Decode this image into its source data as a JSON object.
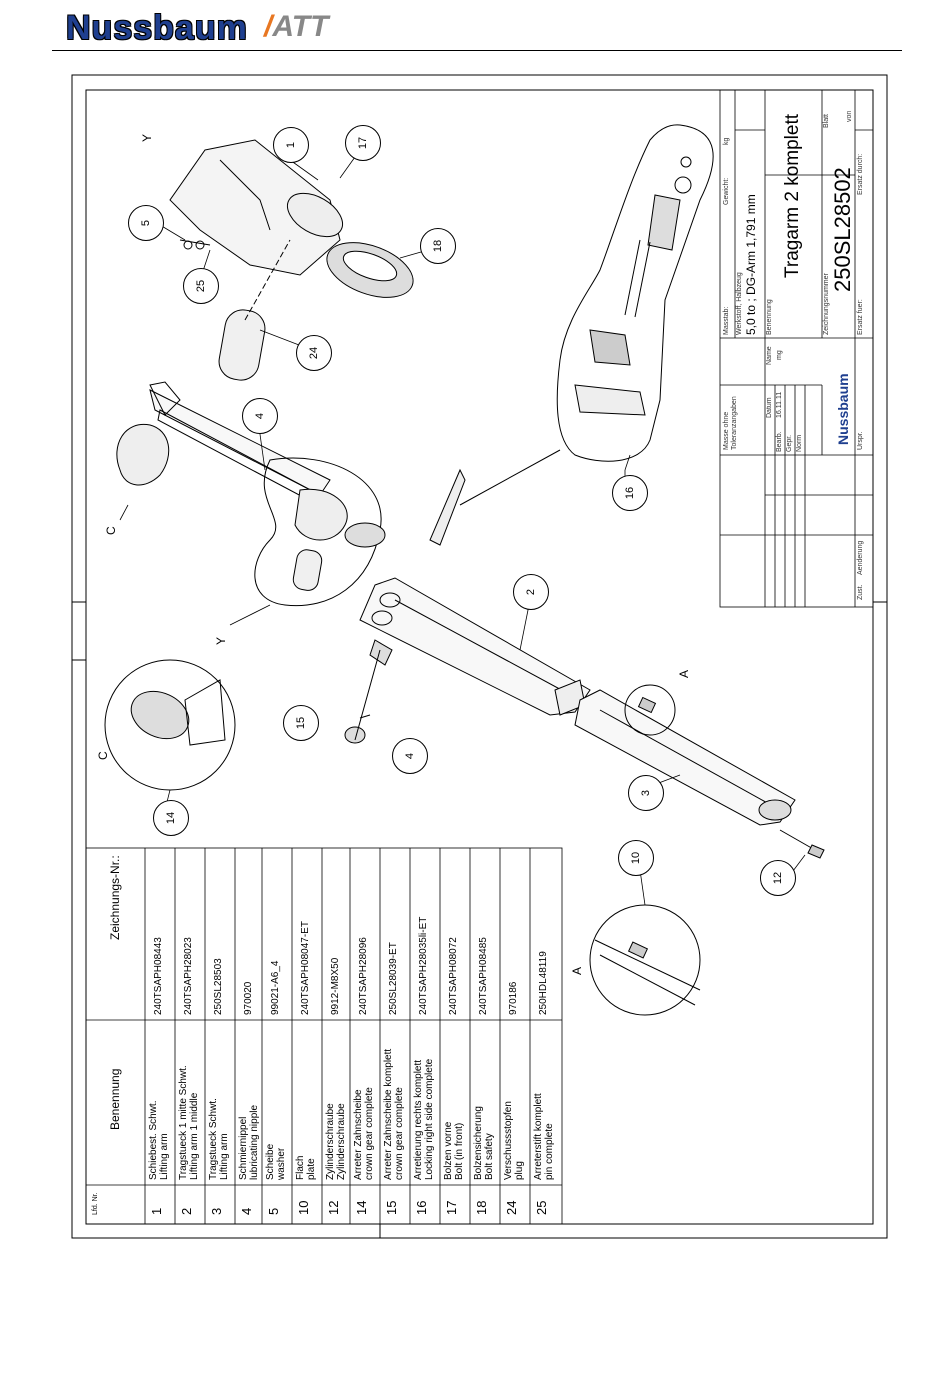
{
  "header": {
    "brand_logo": "Nussbaum",
    "partner_logo": "ATT"
  },
  "title_block": {
    "scale_label": "Masstab:",
    "weight_label": "Gewicht:",
    "weight_unit": "kg",
    "material_label": "Werkstoff, Halbzeug",
    "spec": "5,0 to  ;  DG-Arm  1,791 mm",
    "designation_label": "Benennung",
    "title": "Tragarm 2 komplett",
    "drawing_no_label": "Zeichnungsnummer",
    "drawing_no": "250SL28502",
    "sheet_label": "Blatt",
    "of_label": "von",
    "replacement_for": "Ersatz fuer:",
    "replaced_by": "Ersatz durch:",
    "tolerance_note": "Masse ohne Toleranzangaben",
    "date_label": "Datum",
    "name_label": "Name",
    "date_value": "16.11.11",
    "name_value": "mg",
    "edited_label": "Bearb.",
    "checked_label": "Gepr.",
    "norm_label": "Norm",
    "change_label": "Aenderung",
    "zust_label": "Zust.",
    "ursp_label": "Urspr.",
    "logo": "Nussbaum"
  },
  "parts_list": {
    "col_no": "Lfd. Nr.",
    "col_name": "Benennung",
    "col_drawing": "Zeichnungs-Nr.:",
    "rows": [
      {
        "no": "1",
        "name_de": "Schiebest. Schwt.",
        "name_en": "Lifting arm",
        "drawing": "240TSAPH08443"
      },
      {
        "no": "2",
        "name_de": "Tragstueck 1 mitte Schwt.",
        "name_en": "Lifting arm 1 middle",
        "drawing": "240TSAPH28023"
      },
      {
        "no": "3",
        "name_de": "Tragstueck Schwt.",
        "name_en": "Lifting arm",
        "drawing": "250SL28503"
      },
      {
        "no": "4",
        "name_de": "Schmiernippel",
        "name_en": "lubricating nipple",
        "drawing": "970020"
      },
      {
        "no": "5",
        "name_de": "Scheibe",
        "name_en": "washer",
        "drawing": "99021-A6_4"
      },
      {
        "no": "10",
        "name_de": "Flach",
        "name_en": "plate",
        "drawing": "240TSAPH08047-ET"
      },
      {
        "no": "12",
        "name_de": "Zylinderschraube",
        "name_en": "Zylinderschraube",
        "drawing": "9912-M8X50"
      },
      {
        "no": "14",
        "name_de": "Arreter Zahnscheibe",
        "name_en": "crown gear complete",
        "drawing": "240TSAPH28096"
      },
      {
        "no": "15",
        "name_de": "Arreter Zahnscheibe komplett",
        "name_en": "crown gear complete",
        "drawing": "250SL28039-ET"
      },
      {
        "no": "16",
        "name_de": "Arretierung rechts komplett",
        "name_en": "Locking right side complete",
        "drawing": "240TSAPH28035li-ET"
      },
      {
        "no": "17",
        "name_de": "Bolzen vorne",
        "name_en": "Bolt (in front)",
        "drawing": "240TSAPH08072"
      },
      {
        "no": "18",
        "name_de": "Bolzensicherung",
        "name_en": "Bolt safety",
        "drawing": "240TSAPH08485"
      },
      {
        "no": "24",
        "name_de": "Verschussstopfen",
        "name_en": "plug",
        "drawing": "970186"
      },
      {
        "no": "25",
        "name_de": "Arreterstift komplett",
        "name_en": "pin complete",
        "drawing": "250HDL48119"
      }
    ]
  },
  "callouts": [
    "1",
    "2",
    "3",
    "4",
    "4",
    "5",
    "10",
    "12",
    "14",
    "15",
    "16",
    "17",
    "18",
    "24",
    "25"
  ],
  "view_labels": [
    "Y",
    "Y",
    "C",
    "C",
    "A",
    "A"
  ]
}
